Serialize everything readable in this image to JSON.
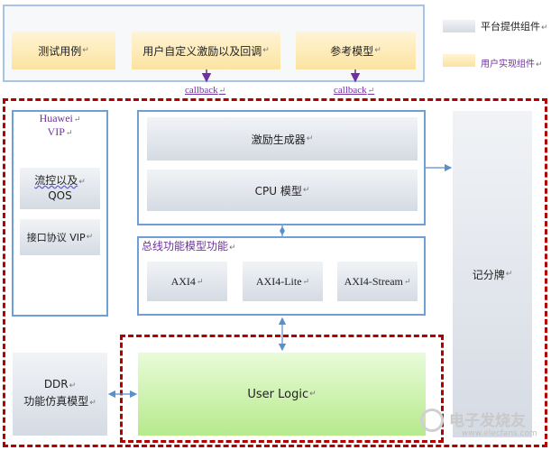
{
  "top": {
    "test_case": "测试用例",
    "user_stim": "用户自定义激励以及回调",
    "ref_model": "参考模型",
    "callback1": "callback",
    "callback2": "callback"
  },
  "legend": {
    "platform": "平台提供组件",
    "user": "用户实现组件"
  },
  "vip": {
    "title_line1": "Huawei",
    "title_line2": "VIP",
    "flow_line1": "流控以及",
    "flow_line2": "QOS",
    "iface": "接口协议 VIP"
  },
  "cpu_group": {
    "stim_gen": "激励生成器",
    "cpu_model": "CPU 模型"
  },
  "bus": {
    "title": "总线功能模型功能",
    "axi4": "AXI4",
    "axi4lite": "AXI4-Lite",
    "axi4stream": "AXI4-Stream"
  },
  "scoreboard": "记分牌",
  "ddr": {
    "line1": "DDR",
    "line2": "功能仿真模型"
  },
  "user_logic": "User Logic",
  "watermark": {
    "cn": "电子发烧友",
    "url": "www.elecfans.com"
  },
  "colors": {
    "platform_top": "#f1f3f6",
    "platform_bottom": "#d5dbe4",
    "user_top": "#fff4d6",
    "user_bottom": "#fbe3a0",
    "green_top": "#e9fbd9",
    "green_bottom": "#b6ea8c",
    "dashed_red": "#b00000",
    "box_border": "#6f9fd8",
    "arrow": "#5b8fc9",
    "callback_arrow": "#7030a0",
    "vip_text": "#7030a0"
  },
  "pilcrow": "↵"
}
